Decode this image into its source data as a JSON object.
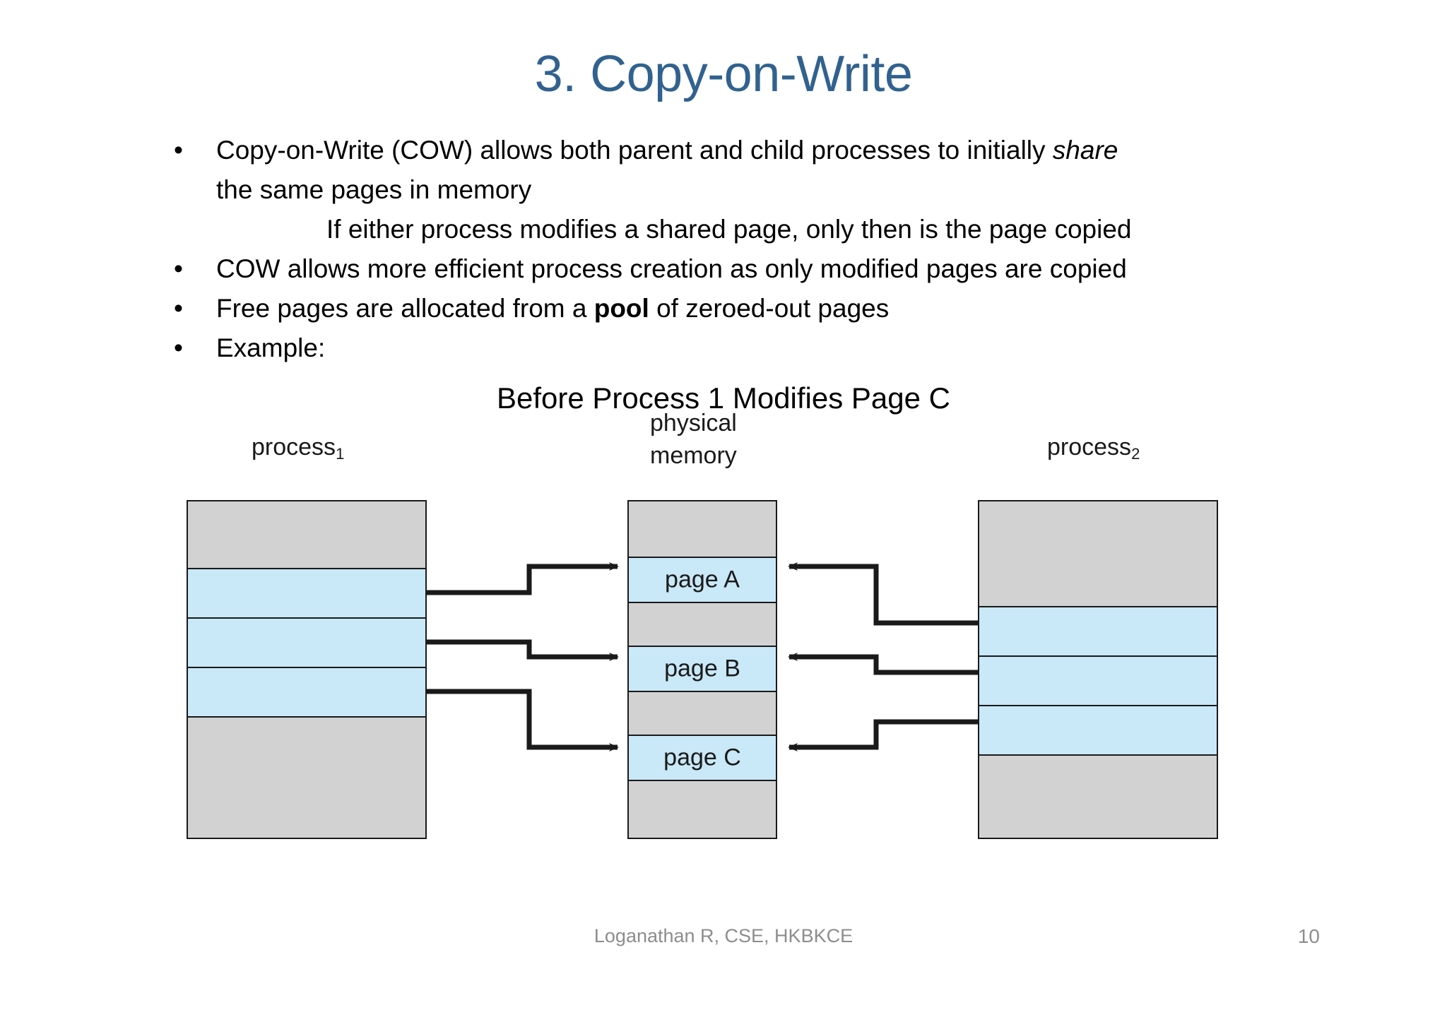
{
  "slide": {
    "title": "3. Copy-on-Write",
    "title_color": "#31628F",
    "bullets": [
      {
        "marker": "•",
        "text_before": "Copy-on-Write (COW) allows both parent and child processes to initially ",
        "text_italic": "share",
        "text_after": "",
        "line2": "the same pages in memory",
        "subline": "If either process modifies a shared page, only then is the page copied"
      },
      {
        "marker": "•",
        "text_before": "COW allows more efficient process creation as only modified pages are copied"
      },
      {
        "marker": "•",
        "text_before": "Free pages are allocated from a ",
        "text_bold": "pool",
        "text_after": " of zeroed-out pages"
      },
      {
        "marker": "•",
        "text_before": "Example:"
      }
    ],
    "diagram_heading": "Before Process 1 Modifies Page C",
    "footer": {
      "author": "Loganathan R, CSE, HKBKCE",
      "page_number": "10"
    }
  },
  "diagram": {
    "colors": {
      "gray": "#d2d2d2",
      "blue": "#c9e8f8",
      "stroke": "#1a1a1a"
    },
    "columns": [
      {
        "id": "process1",
        "label_main": "process",
        "label_sub": "1",
        "cells": [
          {
            "fill": "gray",
            "label": ""
          },
          {
            "fill": "blue",
            "label": ""
          },
          {
            "fill": "blue",
            "label": ""
          },
          {
            "fill": "blue",
            "label": ""
          },
          {
            "fill": "gray",
            "label": ""
          }
        ]
      },
      {
        "id": "physical-memory",
        "label_main": "physical",
        "label_line2": "memory",
        "cells": [
          {
            "fill": "gray",
            "label": ""
          },
          {
            "fill": "blue",
            "label": "page A"
          },
          {
            "fill": "gray",
            "label": ""
          },
          {
            "fill": "blue",
            "label": "page B"
          },
          {
            "fill": "gray",
            "label": ""
          },
          {
            "fill": "blue",
            "label": "page C"
          },
          {
            "fill": "gray",
            "label": ""
          }
        ]
      },
      {
        "id": "process2",
        "label_main": "process",
        "label_sub": "2",
        "cells": [
          {
            "fill": "gray",
            "label": ""
          },
          {
            "fill": "blue",
            "label": ""
          },
          {
            "fill": "blue",
            "label": ""
          },
          {
            "fill": "blue",
            "label": ""
          },
          {
            "fill": "gray",
            "label": ""
          }
        ]
      }
    ],
    "mappings_left": [
      {
        "from": "process1 row 2",
        "to": "page A"
      },
      {
        "from": "process1 row 3",
        "to": "page B"
      },
      {
        "from": "process1 row 4",
        "to": "page C"
      }
    ],
    "mappings_right": [
      {
        "from": "process2 row 2",
        "to": "page A"
      },
      {
        "from": "process2 row 3",
        "to": "page B"
      },
      {
        "from": "process2 row 4",
        "to": "page C"
      }
    ]
  }
}
